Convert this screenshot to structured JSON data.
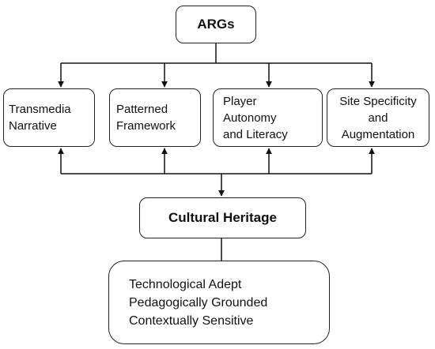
{
  "diagram": {
    "root": "ARGs",
    "components": [
      "Transmedia\nNarrative",
      "Patterned\nFramework",
      "Player\nAutonomy\nand Literacy",
      "Site Specificity\nand\nAugmentation"
    ],
    "hub": "Cultural Heritage",
    "qualities": "Technological Adept\nPedagogically Grounded\nContextually Sensitive",
    "line_color": "#111111"
  }
}
